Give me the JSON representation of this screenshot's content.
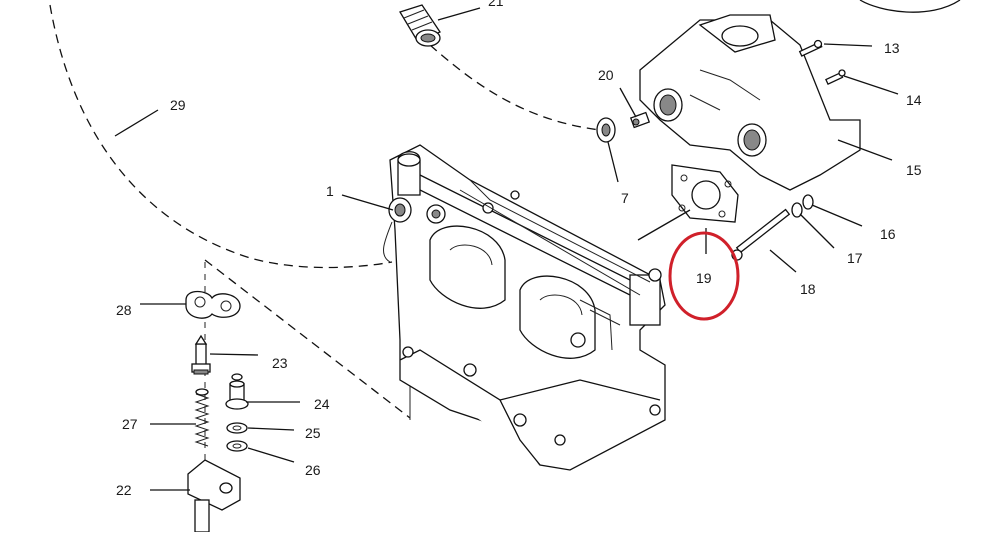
{
  "diagram": {
    "highlight_color": "#d0202a",
    "line_color": "#111111",
    "highlighted_callout": "19",
    "callouts": [
      {
        "id": "c1",
        "label": "1"
      },
      {
        "id": "c7",
        "label": "7"
      },
      {
        "id": "c13",
        "label": "13"
      },
      {
        "id": "c14",
        "label": "14"
      },
      {
        "id": "c15",
        "label": "15"
      },
      {
        "id": "c16",
        "label": "16"
      },
      {
        "id": "c17",
        "label": "17"
      },
      {
        "id": "c18",
        "label": "18"
      },
      {
        "id": "c19",
        "label": "19"
      },
      {
        "id": "c20",
        "label": "20"
      },
      {
        "id": "c21",
        "label": "21"
      },
      {
        "id": "c22",
        "label": "22"
      },
      {
        "id": "c23",
        "label": "23"
      },
      {
        "id": "c24",
        "label": "24"
      },
      {
        "id": "c25",
        "label": "25"
      },
      {
        "id": "c26",
        "label": "26"
      },
      {
        "id": "c27",
        "label": "27"
      },
      {
        "id": "c28",
        "label": "28"
      },
      {
        "id": "c29",
        "label": "29"
      }
    ]
  }
}
